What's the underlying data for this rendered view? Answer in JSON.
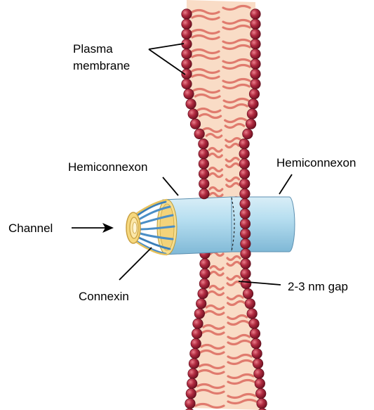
{
  "labels": {
    "plasma_membrane_line1": "Plasma",
    "plasma_membrane_line2": "membrane",
    "hemiconnexon_left": "Hemiconnexon",
    "hemiconnexon_right": "Hemiconnexon",
    "channel": "Channel",
    "connexin": "Connexin",
    "gap": "2-3 nm gap"
  },
  "colors": {
    "lipid_head": "#a3263a",
    "lipid_tail": "#e07b6e",
    "membrane_fill": "#f9dcc6",
    "cylinder_blue": "#a9d6ea",
    "connexin_gold": "#f3d37a",
    "connexin_blue": "#4a8ec6"
  }
}
